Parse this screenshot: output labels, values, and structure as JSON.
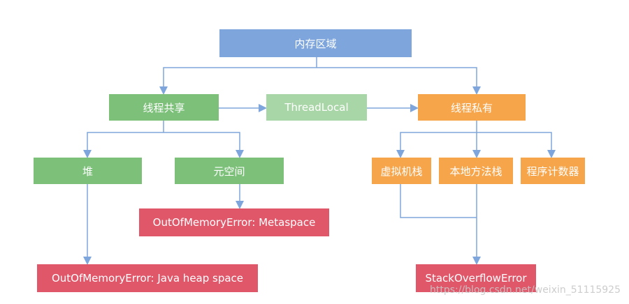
{
  "nodes": {
    "root": "内存区域",
    "shared": "线程共享",
    "threadlocal": "ThreadLocal",
    "private": "线程私有",
    "heap": "堆",
    "metaspace": "元空间",
    "oom_meta": "OutOfMemoryError: Metaspace",
    "oom_heap": "OutOfMemoryError: Java heap space",
    "vm_stack": "虚拟机栈",
    "native_stack": "本地方法栈",
    "pc": "程序计数器",
    "so_error": "StackOverflowError"
  },
  "watermark": "https://blog.csdn.net/weixin_51115925",
  "colors": {
    "root": "#7ea6dc",
    "shared": "#7cc07a",
    "threadlocal": "#a9d6a7",
    "private": "#f7a54a",
    "error": "#e1576a",
    "connector": "#7ea6dc"
  }
}
